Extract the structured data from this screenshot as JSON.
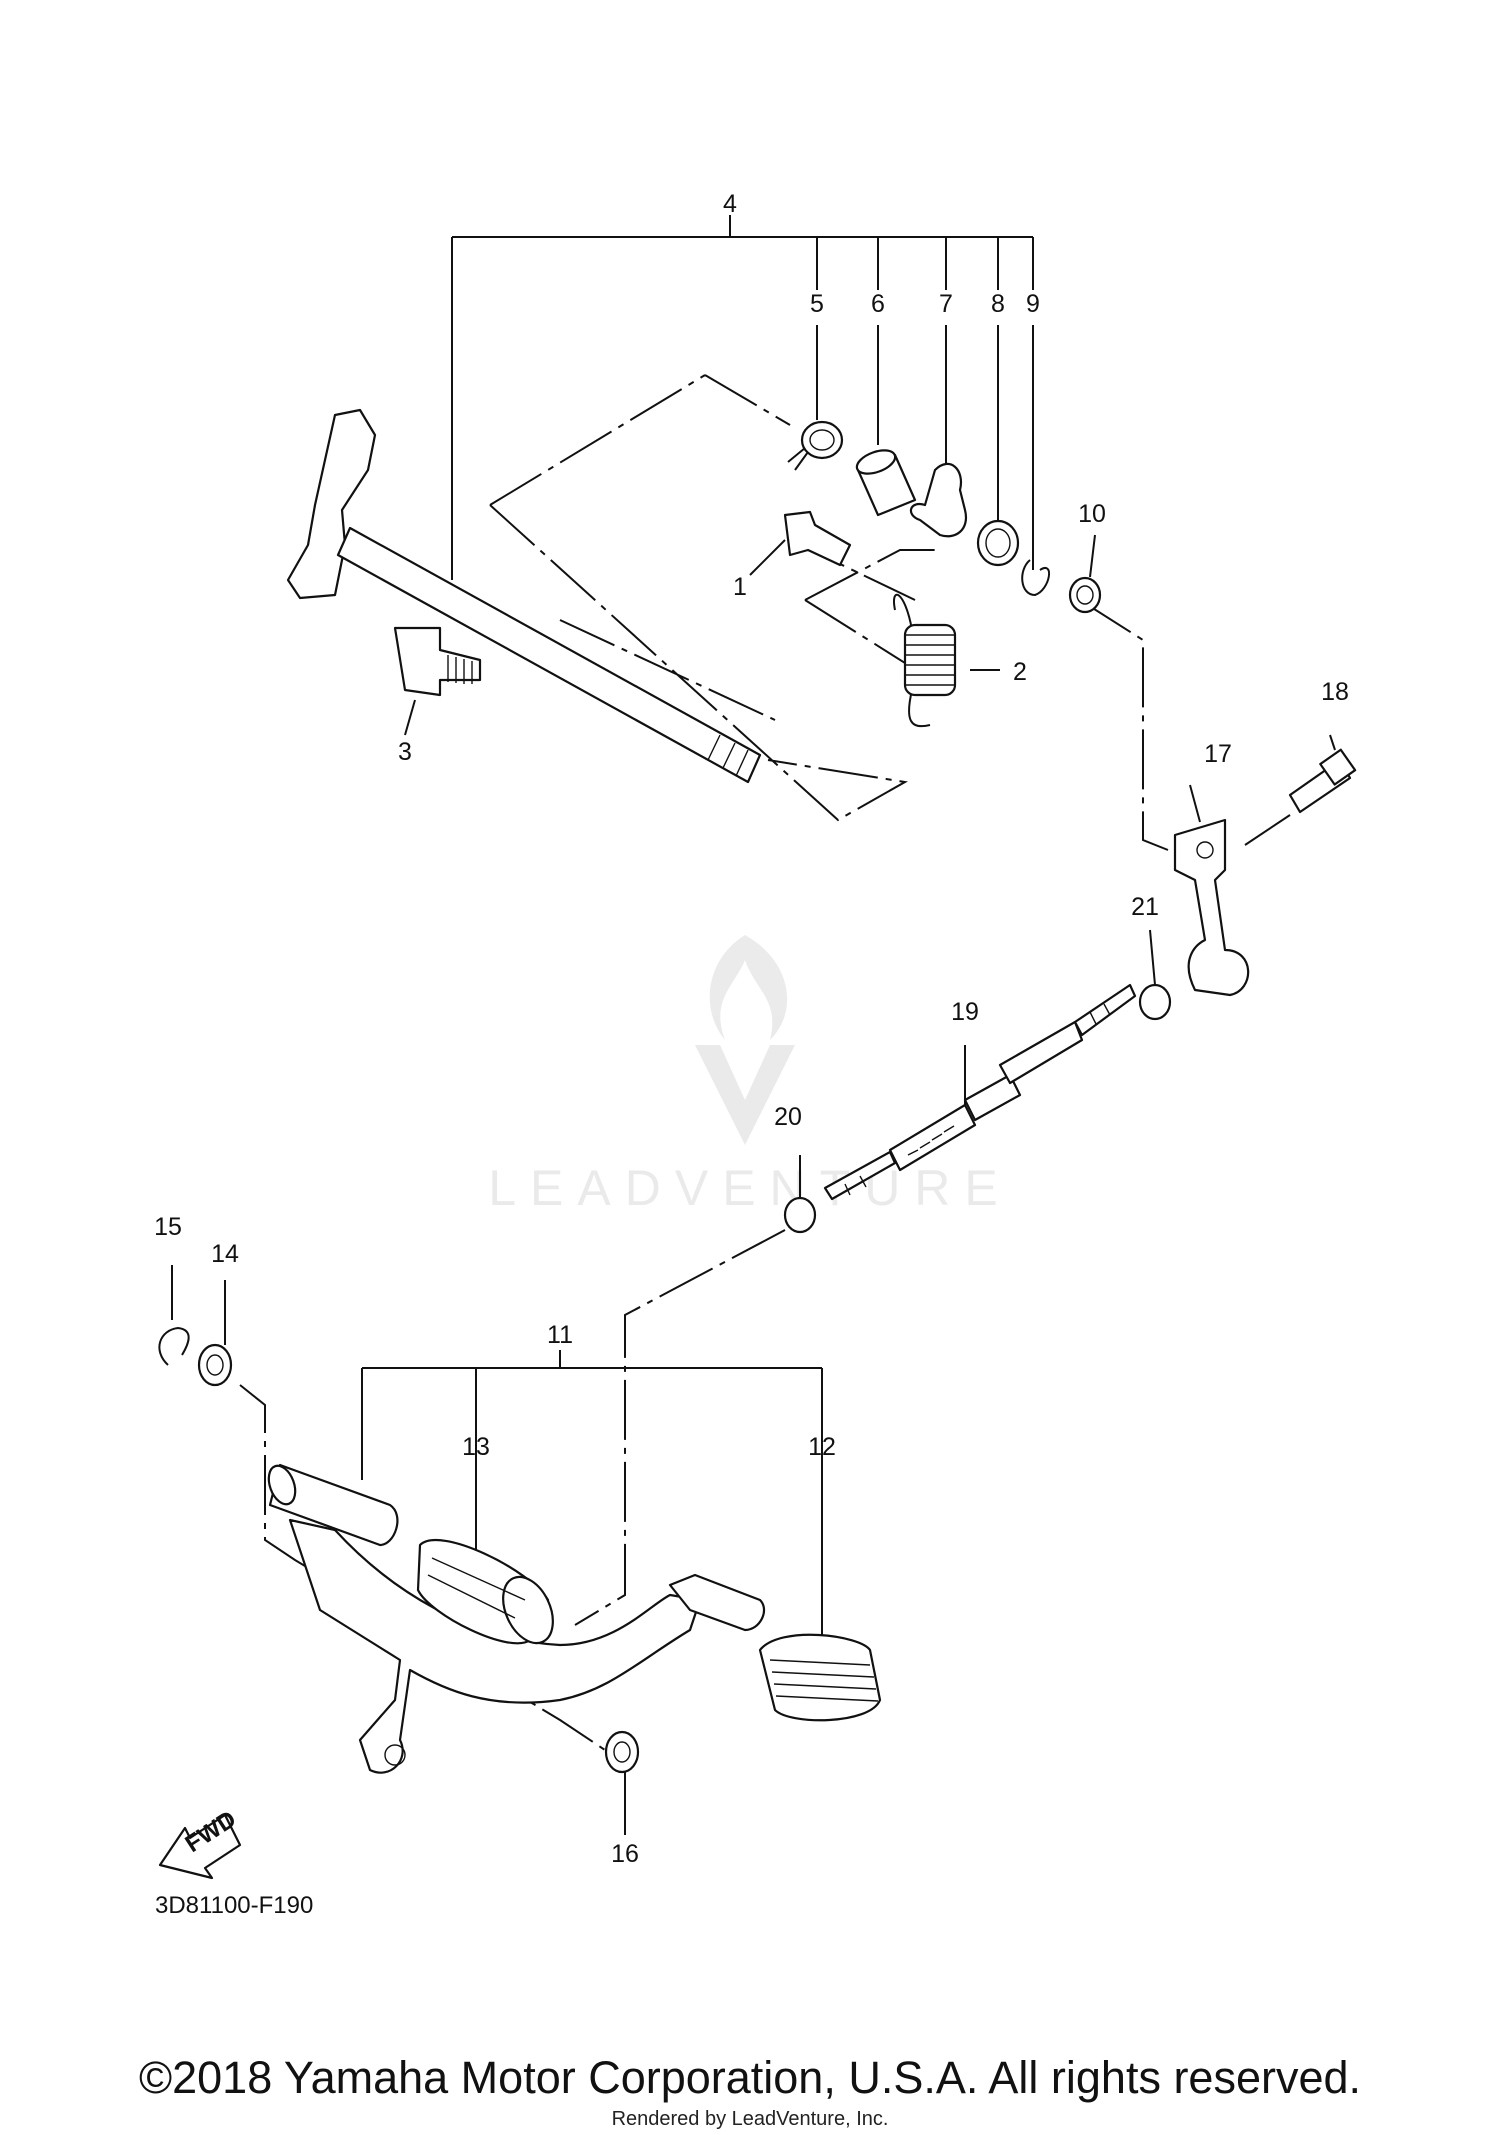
{
  "diagram_code": "3D81100-F190",
  "fwd_label": "FWD",
  "copyright": "©2018 Yamaha Motor Corporation, U.S.A. All rights reserved.",
  "rendered_by": "Rendered by LeadVenture, Inc.",
  "watermark": "LEADVENTURE",
  "callouts": [
    "1",
    "2",
    "3",
    "4",
    "5",
    "6",
    "7",
    "8",
    "9",
    "10",
    "11",
    "12",
    "13",
    "14",
    "15",
    "16",
    "17",
    "18",
    "19",
    "20",
    "21"
  ]
}
